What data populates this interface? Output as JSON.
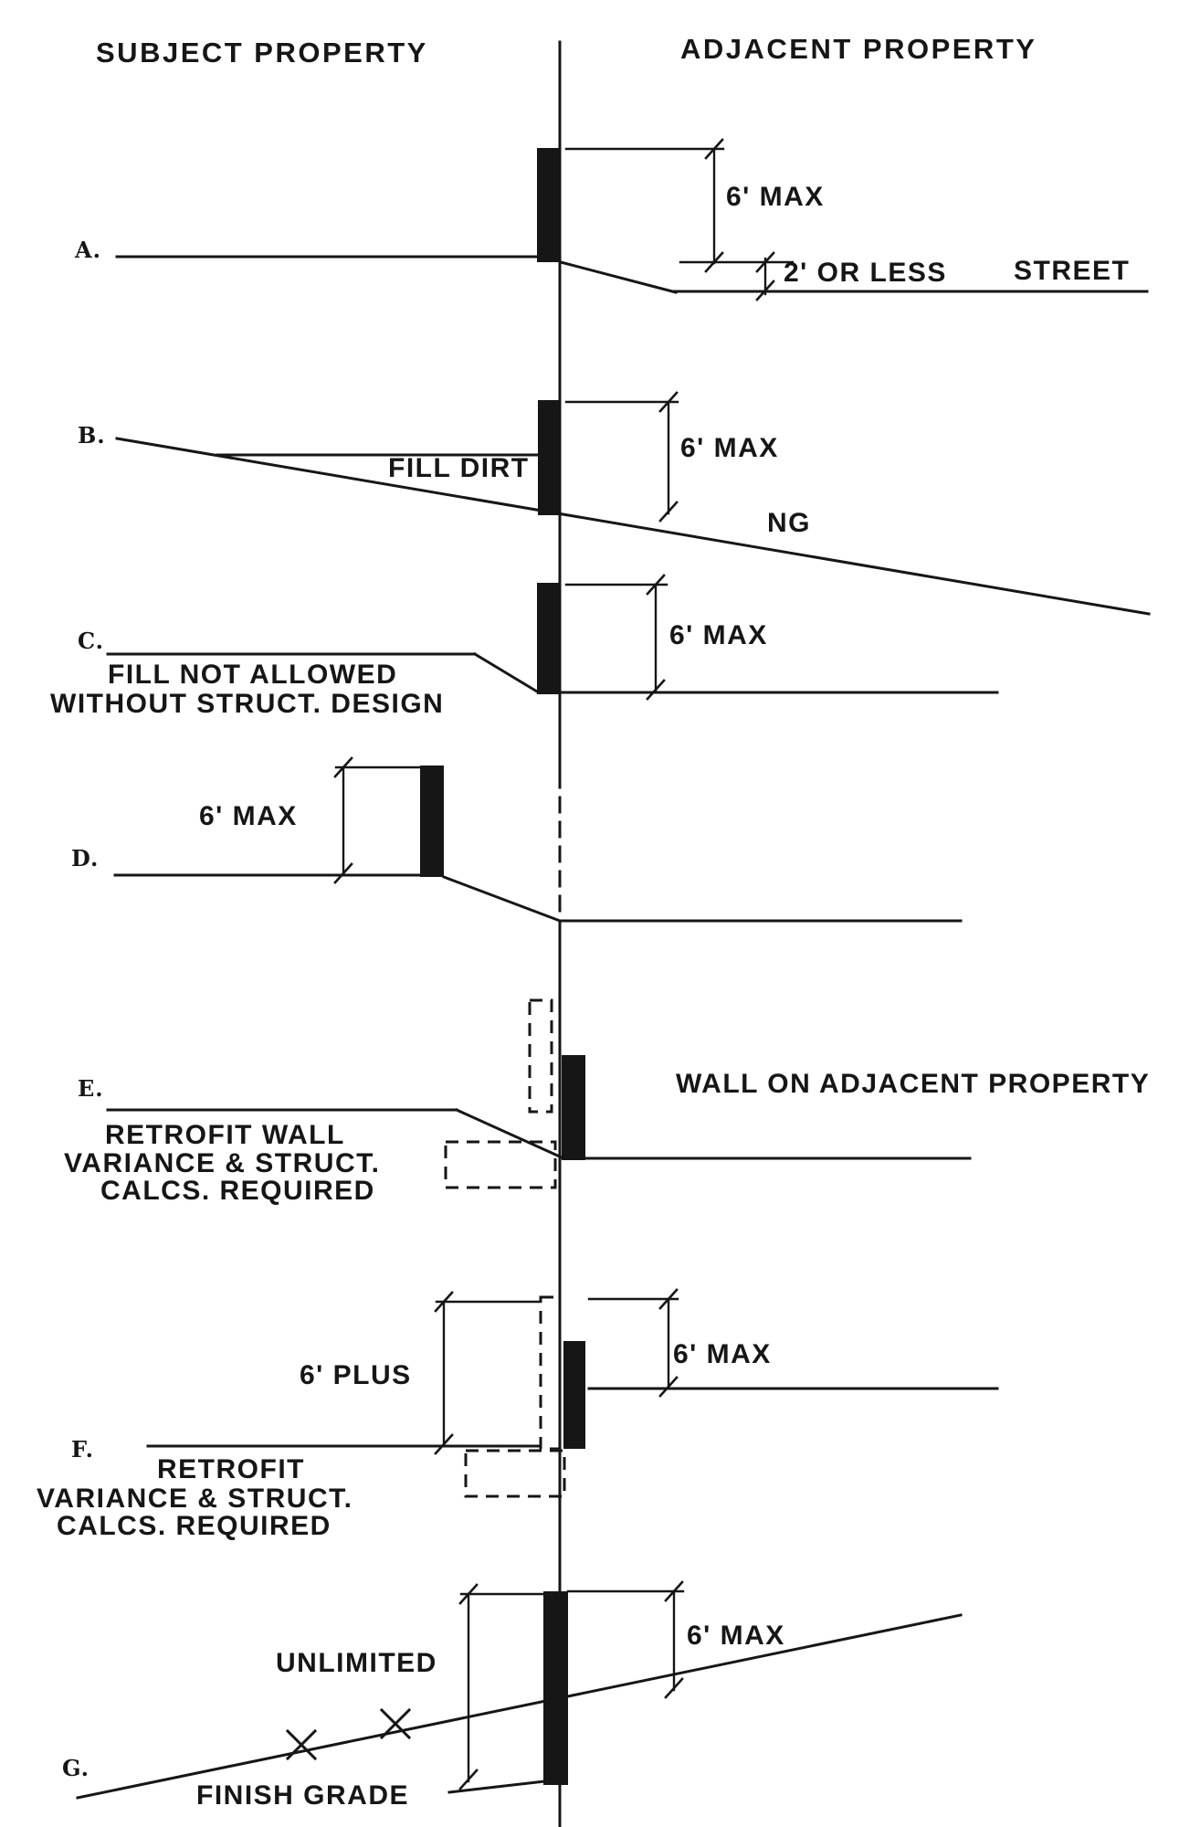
{
  "titles": {
    "subject_property": "SUBJECT PROPERTY",
    "adjacent_property": "ADJACENT PROPERTY"
  },
  "section_a": {
    "label": "A.",
    "height_dim": "6' MAX",
    "setback_dim": "2' OR LESS",
    "street_label": "STREET"
  },
  "section_b": {
    "label": "B.",
    "height_dim": "6' MAX",
    "fill_label": "FILL DIRT",
    "natural_grade_label": "NG"
  },
  "section_c": {
    "label": "C.",
    "height_dim": "6' MAX",
    "note_line1": "FILL NOT ALLOWED",
    "note_line2": "WITHOUT STRUCT. DESIGN"
  },
  "section_d": {
    "label": "D.",
    "height_dim": "6' MAX"
  },
  "section_e": {
    "label": "E.",
    "wall_label": "WALL ON ADJACENT PROPERTY",
    "note_line1": "RETROFIT WALL",
    "note_line2": "VARIANCE & STRUCT.",
    "note_line3": "CALCS. REQUIRED"
  },
  "section_f": {
    "label": "F.",
    "height_dim_left": "6' PLUS",
    "height_dim_right": "6' MAX",
    "note_line1": "RETROFIT",
    "note_line2": "VARIANCE & STRUCT.",
    "note_line3": "CALCS. REQUIRED"
  },
  "section_g": {
    "label": "G.",
    "height_dim_left": "UNLIMITED",
    "height_dim_right": "6' MAX",
    "grade_label": "FINISH GRADE"
  },
  "colors": {
    "ink": "#161616",
    "paper": "#ffffff"
  }
}
